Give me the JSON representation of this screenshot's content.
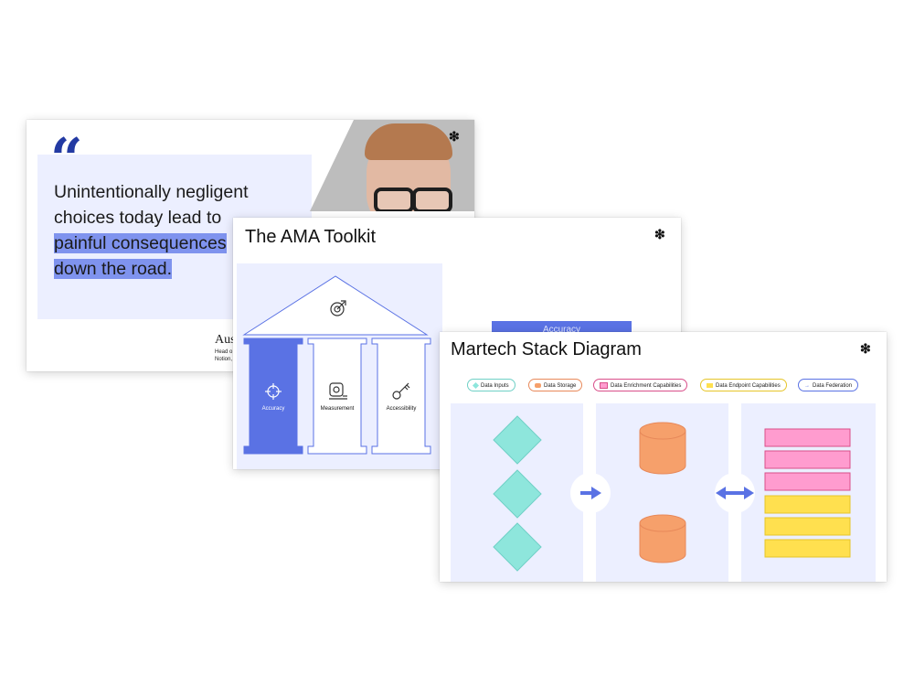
{
  "brand": {
    "mark": "❇"
  },
  "quote_slide": {
    "marks": "“",
    "text_plain": "Unintentionally negligent choices today lead to",
    "text_highlight_1": "painful consequences",
    "text_highlight_2": "down the road.",
    "author_name": "Aus",
    "author_role_line1": "Head o",
    "author_role_line2": "Notion,"
  },
  "ama_slide": {
    "title": "The AMA Toolkit",
    "button_label": "Accuracy",
    "pillars": [
      {
        "label": "Accuracy",
        "icon": "crosshair-icon"
      },
      {
        "label": "Measurement",
        "icon": "tape-measure-icon"
      },
      {
        "label": "Accessibility",
        "icon": "key-icon"
      }
    ],
    "roof_icon": "target-arrow-icon"
  },
  "martech_slide": {
    "title": "Martech Stack Diagram",
    "legend": [
      {
        "label": "Data Inputs",
        "color": "#8ee6dc",
        "border": "#6fd0c6"
      },
      {
        "label": "Data Storage",
        "color": "#f6a06b",
        "border": "#e8895a"
      },
      {
        "label": "Data Enrichment Capabilities",
        "color": "#ff9ccf",
        "border": "#d94f8a"
      },
      {
        "label": "Data Endpoint Capabilities",
        "color": "#ffe04f",
        "border": "#e6c52a"
      },
      {
        "label": "Data Federation",
        "color": "#5a72e4",
        "border": "#5a72e4"
      }
    ]
  },
  "colors": {
    "accent": "#5a72e4",
    "quote_blue": "#233aa3",
    "panel": "#ecefff",
    "highlight": "#7f93ee"
  }
}
